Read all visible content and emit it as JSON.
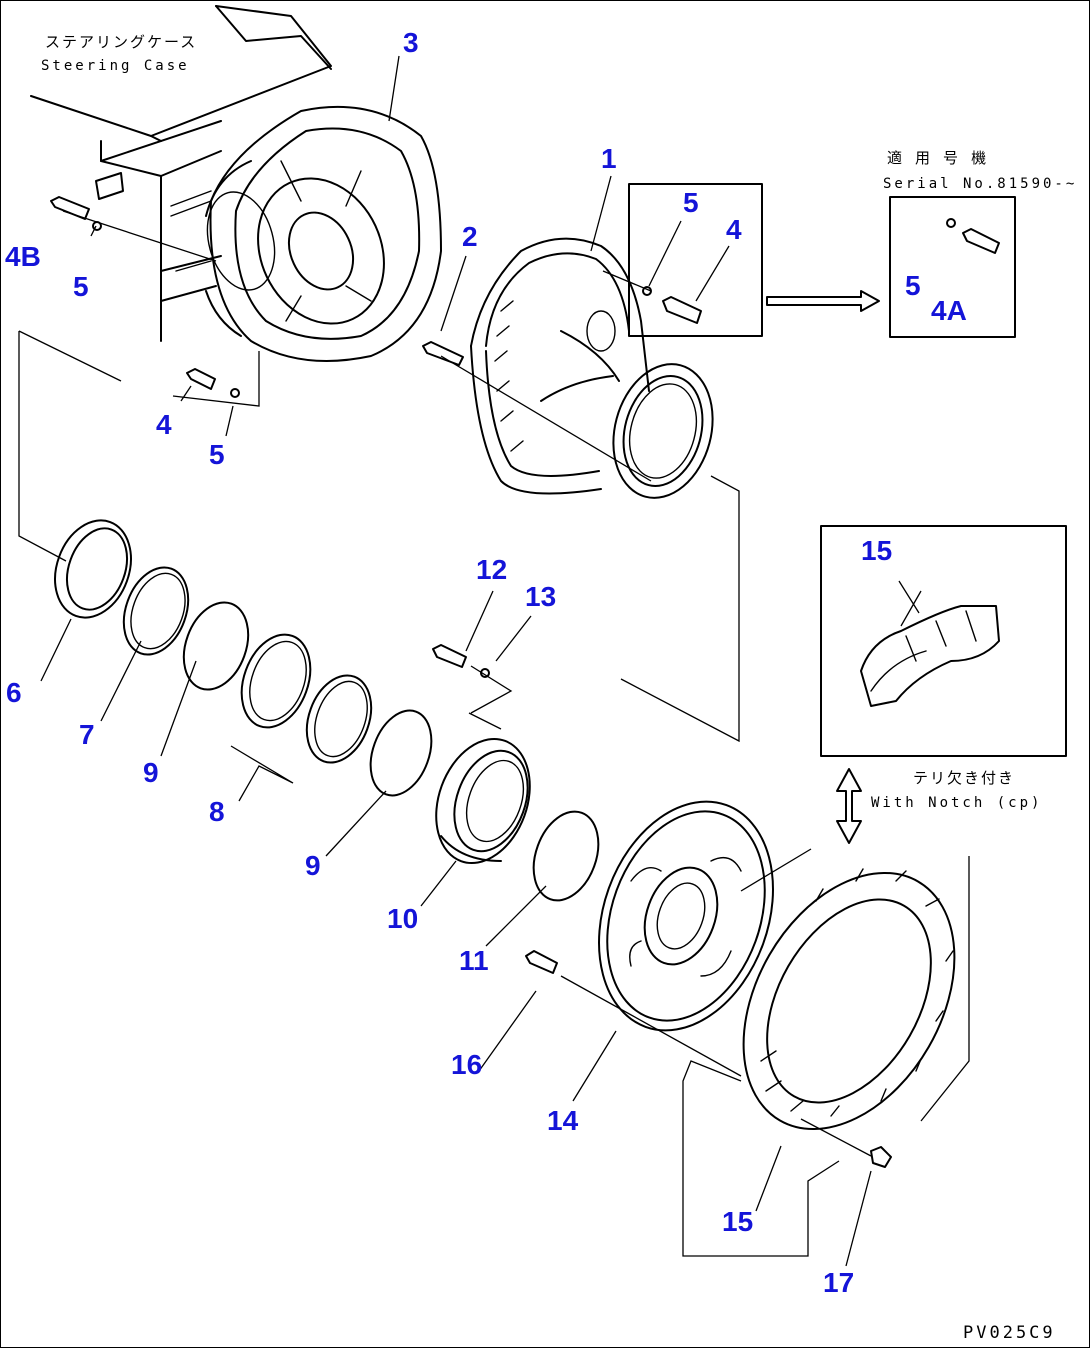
{
  "labels": {
    "steering_case_jp": "ステアリングケース",
    "steering_case_en": "Steering Case",
    "applicable_jp": "適 用 号 機",
    "applicable_serial": "Serial No.81590-~",
    "notch_jp": "テリ欠き付き",
    "notch_en": "With Notch (cp)",
    "drawing_code": "PV025C9"
  },
  "callouts": {
    "c1": "1",
    "c2": "2",
    "c3": "3",
    "c4a": "4",
    "c4b": "4",
    "c4A": "4A",
    "c4B": "4B",
    "c5a": "5",
    "c5b": "5",
    "c5c": "5",
    "c5d": "5",
    "c6": "6",
    "c7": "7",
    "c8": "8",
    "c9a": "9",
    "c9b": "9",
    "c10": "10",
    "c11": "11",
    "c12": "12",
    "c13": "13",
    "c14": "14",
    "c15a": "15",
    "c15b": "15",
    "c16": "16",
    "c17": "17"
  },
  "colors": {
    "callout": "#1414d8",
    "line": "#000000"
  }
}
